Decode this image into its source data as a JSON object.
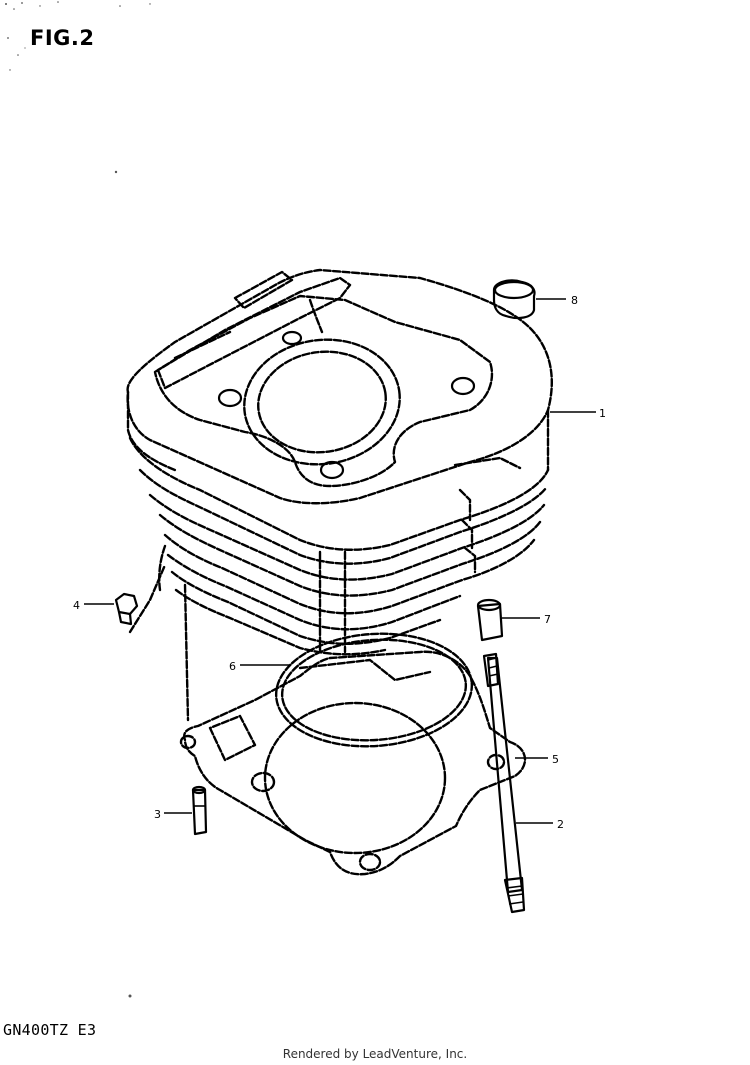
{
  "figure": {
    "title": "FIG.2",
    "model_code": "GN400TZ  E3",
    "credit": "Rendered by LeadVenture, Inc."
  },
  "callouts": [
    {
      "id": "1",
      "label": "1"
    },
    {
      "id": "2",
      "label": "2"
    },
    {
      "id": "3",
      "label": "3"
    },
    {
      "id": "4",
      "label": "4"
    },
    {
      "id": "5",
      "label": "5"
    },
    {
      "id": "6",
      "label": "6"
    },
    {
      "id": "7",
      "label": "7"
    },
    {
      "id": "8",
      "label": "8"
    }
  ]
}
